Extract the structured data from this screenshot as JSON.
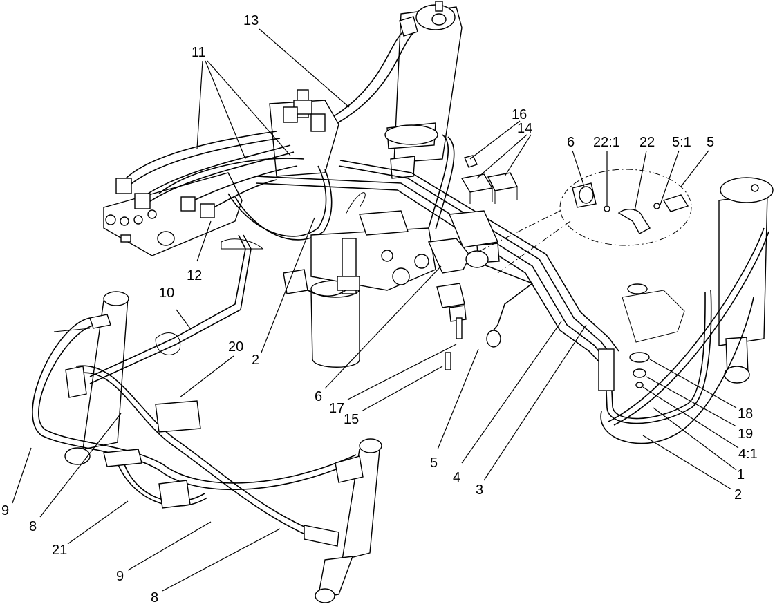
{
  "callouts": [
    {
      "id": "c13",
      "text": "13"
    },
    {
      "id": "c11",
      "text": "11"
    },
    {
      "id": "c16",
      "text": "16"
    },
    {
      "id": "c14",
      "text": "14"
    },
    {
      "id": "c6a",
      "text": "6"
    },
    {
      "id": "c22_1",
      "text": "22:1"
    },
    {
      "id": "c22",
      "text": "22"
    },
    {
      "id": "c5_1",
      "text": "5:1"
    },
    {
      "id": "c5a",
      "text": "5"
    },
    {
      "id": "c12",
      "text": "12"
    },
    {
      "id": "c10",
      "text": "10"
    },
    {
      "id": "c20",
      "text": "20"
    },
    {
      "id": "c2a",
      "text": "2"
    },
    {
      "id": "c6b",
      "text": "6"
    },
    {
      "id": "c17",
      "text": "17"
    },
    {
      "id": "c15",
      "text": "15"
    },
    {
      "id": "c5b",
      "text": "5"
    },
    {
      "id": "c4",
      "text": "4"
    },
    {
      "id": "c3",
      "text": "3"
    },
    {
      "id": "c18",
      "text": "18"
    },
    {
      "id": "c19",
      "text": "19"
    },
    {
      "id": "c4_1",
      "text": "4:1"
    },
    {
      "id": "c1",
      "text": "1"
    },
    {
      "id": "c2b",
      "text": "2"
    },
    {
      "id": "c9a",
      "text": "9"
    },
    {
      "id": "c8a",
      "text": "8"
    },
    {
      "id": "c21",
      "text": "21"
    },
    {
      "id": "c9b",
      "text": "9"
    },
    {
      "id": "c8b",
      "text": "8"
    }
  ]
}
